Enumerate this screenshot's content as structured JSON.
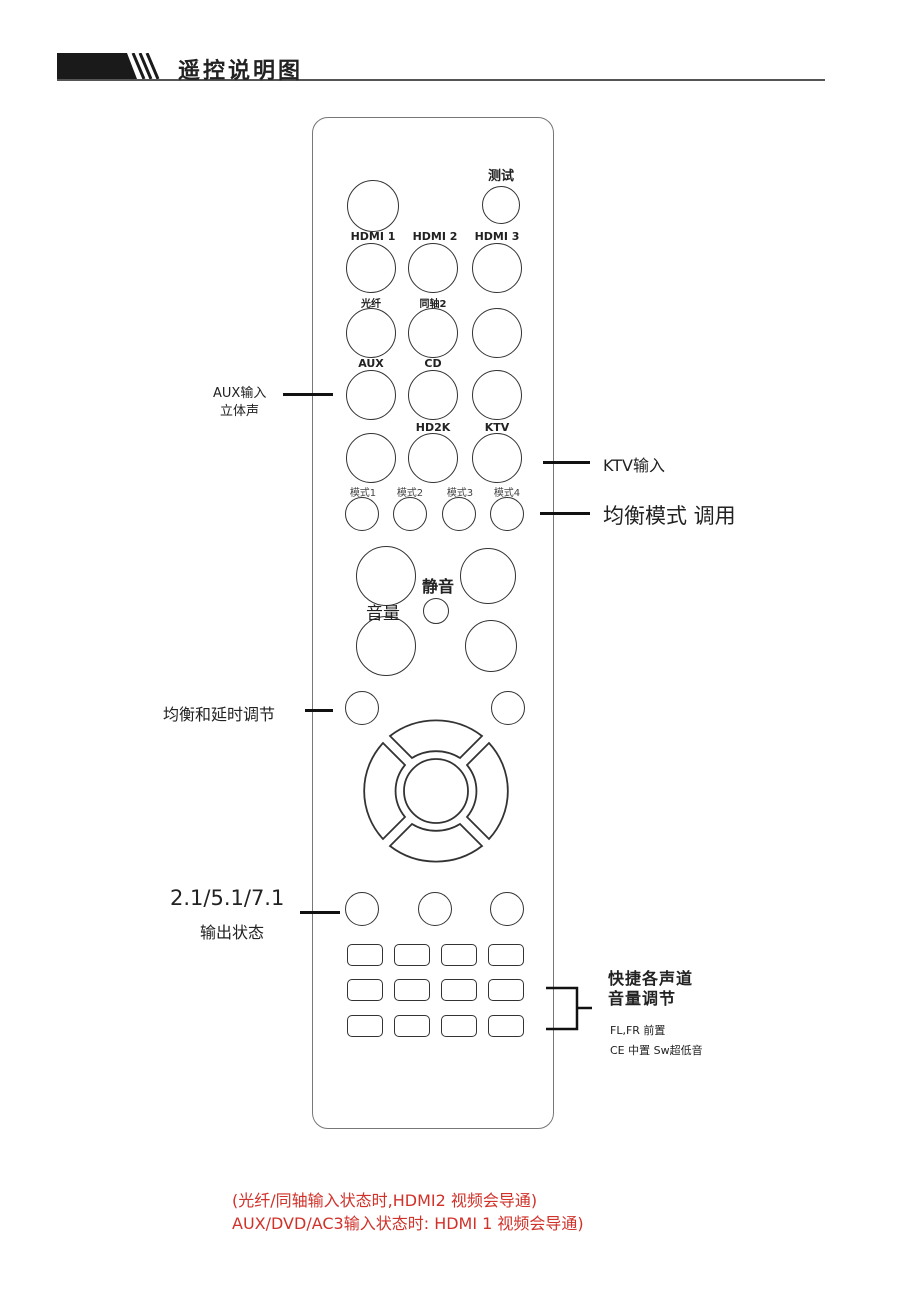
{
  "header": {
    "title": "遥控说明图"
  },
  "remote": {
    "test_label": "测试",
    "row_labels_1": [
      "HDMI 1",
      "HDMI 2",
      "HDMI 3"
    ],
    "row_labels_2": [
      "光纤",
      "同轴2"
    ],
    "row_labels_3": [
      "AUX",
      "CD"
    ],
    "row_labels_4": [
      "HD2K",
      "KTV"
    ],
    "mode_labels": [
      "模式1",
      "模式2",
      "模式3",
      "模式4"
    ],
    "mute_label": "静音",
    "volume_label": "音量"
  },
  "annotations": {
    "aux_line1": "AUX输入",
    "aux_line2": "立体声",
    "ktv": "KTV输入",
    "eq_mode": "均衡模式 调用",
    "eq_delay": "均衡和延时调节",
    "output_line1": "2.1/5.1/7.1",
    "output_line2": "输出状态",
    "channel_line1": "快捷各声道",
    "channel_line2": "音量调节",
    "channel_detail1": "FL,FR 前置",
    "channel_detail2": "CE 中置 Sw超低音"
  },
  "footer": {
    "line1": "(光纤/同轴输入状态时,HDMI2 视频会导通)",
    "line2": "AUX/DVD/AC3输入状态时: HDMI 1 视频会导通)"
  },
  "colors": {
    "note_red": "#d0322a"
  }
}
